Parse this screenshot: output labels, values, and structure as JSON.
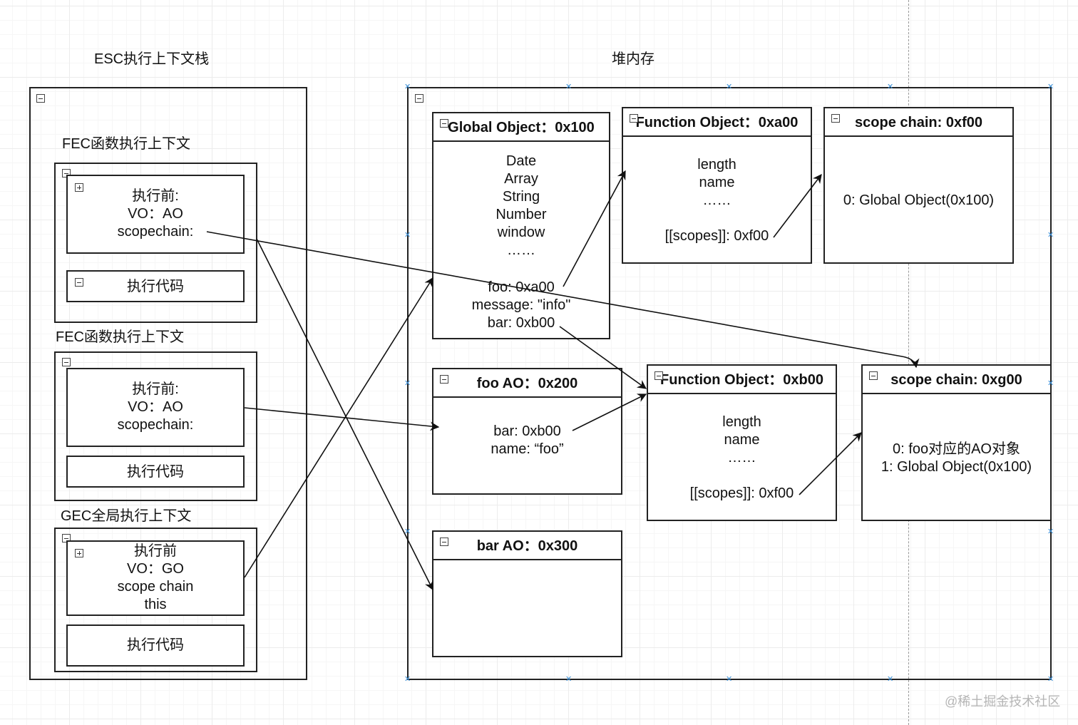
{
  "stack": {
    "title": "ESC执行上下文栈",
    "fec1": {
      "label": "FEC函数执行上下文",
      "before_lines": [
        "执行前:",
        "VO：AO",
        "scopechain:"
      ],
      "exec": "执行代码"
    },
    "fec2": {
      "label": "FEC函数执行上下文",
      "before_lines": [
        "执行前:",
        "VO：AO",
        "scopechain:"
      ],
      "exec": "执行代码"
    },
    "gec": {
      "label": "GEC全局执行上下文",
      "before_lines": [
        "执行前",
        "VO：GO",
        "scope chain",
        "this"
      ],
      "exec": "执行代码"
    }
  },
  "heap": {
    "title": "堆内存",
    "global_object": {
      "title": "Global Object：0x100",
      "lines": [
        "Date",
        "Array",
        "String",
        "Number",
        "window",
        "……"
      ],
      "props": [
        "foo: 0xa00",
        "message: \"info\"",
        "bar: 0xb00"
      ]
    },
    "function_a00": {
      "title": "Function Object：0xa00",
      "lines": [
        "length",
        "name",
        "……"
      ],
      "scopes": "[[scopes]]: 0xf00"
    },
    "scope_f00": {
      "title": "scope chain: 0xf00",
      "lines": [
        "0: Global Object(0x100)"
      ]
    },
    "foo_ao": {
      "title": "foo AO：0x200",
      "lines": [
        "bar: 0xb00",
        "name: “foo”"
      ]
    },
    "function_b00": {
      "title": "Function Object：0xb00",
      "lines": [
        "length",
        "name",
        "……"
      ],
      "scopes": "[[scopes]]: 0xf00"
    },
    "scope_g00": {
      "title": "scope chain: 0xg00",
      "lines": [
        "0: foo对应的AO对象",
        "1: Global Object(0x100)"
      ]
    },
    "bar_ao": {
      "title": "bar AO：0x300",
      "lines": []
    }
  },
  "watermark": "@稀土掘金技术社区",
  "colors": {
    "stroke": "#222222",
    "selection_handle": "#3a8fd8",
    "grid": "#ececec"
  },
  "icons": [
    "collapse-icon",
    "expand-icon"
  ]
}
